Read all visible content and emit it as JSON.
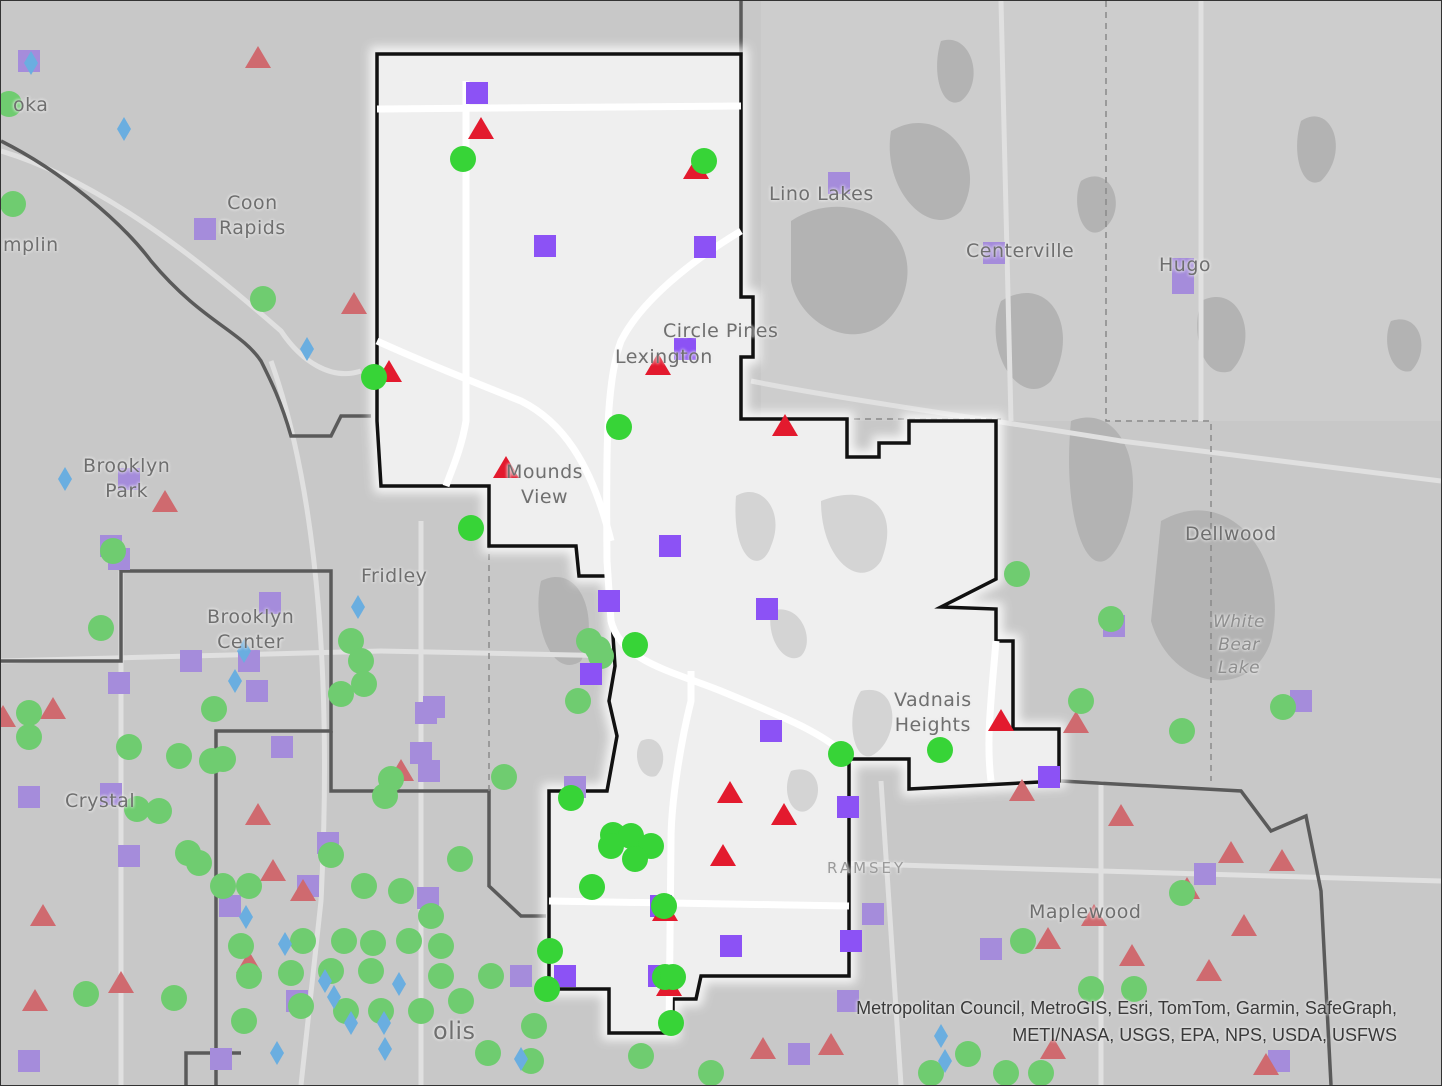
{
  "map": {
    "place_labels": [
      {
        "id": "anoka",
        "text": "oka"
      },
      {
        "id": "coon-rapids",
        "text": "Coon\nRapids"
      },
      {
        "id": "champlin",
        "text": "mplin"
      },
      {
        "id": "brooklyn-park",
        "text": "Brooklyn\nPark"
      },
      {
        "id": "fridley",
        "text": "Fridley"
      },
      {
        "id": "brooklyn-center",
        "text": "Brooklyn\nCenter"
      },
      {
        "id": "crystal",
        "text": "Crystal"
      },
      {
        "id": "lino-lakes",
        "text": "Lino Lakes"
      },
      {
        "id": "centerville",
        "text": "Centerville"
      },
      {
        "id": "hugo",
        "text": "Hugo"
      },
      {
        "id": "circle-pines",
        "text": "Circle Pines"
      },
      {
        "id": "lexington",
        "text": "Lexington"
      },
      {
        "id": "mounds-view",
        "text": "Mounds\nView"
      },
      {
        "id": "dellwood",
        "text": "Dellwood"
      },
      {
        "id": "vadnais-heights",
        "text": "Vadnais\nHeights"
      },
      {
        "id": "maplewood",
        "text": "Maplewood"
      },
      {
        "id": "minneapolis",
        "text": "olis"
      }
    ],
    "water_labels": [
      {
        "id": "white-bear-lake",
        "text": "White\nBear\nLake"
      }
    ],
    "county_labels": [
      {
        "id": "ramsey",
        "text": "RAMSEY"
      }
    ],
    "attribution_lines": [
      "Metropolitan Council, MetroGIS, Esri, TomTom, Garmin, SafeGraph,",
      "METI/NASA, USGS, EPA, NPS, USDA, USFWS"
    ],
    "colors": {
      "basemap": "#c8c8c8",
      "highlight_area": "#efefef",
      "boundary": "#111111",
      "green_circle": "#37d437",
      "green_circle_dim": "#6fcc70",
      "red_triangle": "#e31a2e",
      "red_triangle_dim": "#cf6a6f",
      "purple_square": "#8c52f5",
      "purple_square_dim": "#a58cdb",
      "blue_diamond": "#6aaee0"
    },
    "marker_icons": [
      "circle-marker-icon",
      "triangle-marker-icon",
      "square-marker-icon",
      "diamond-marker-icon"
    ]
  }
}
